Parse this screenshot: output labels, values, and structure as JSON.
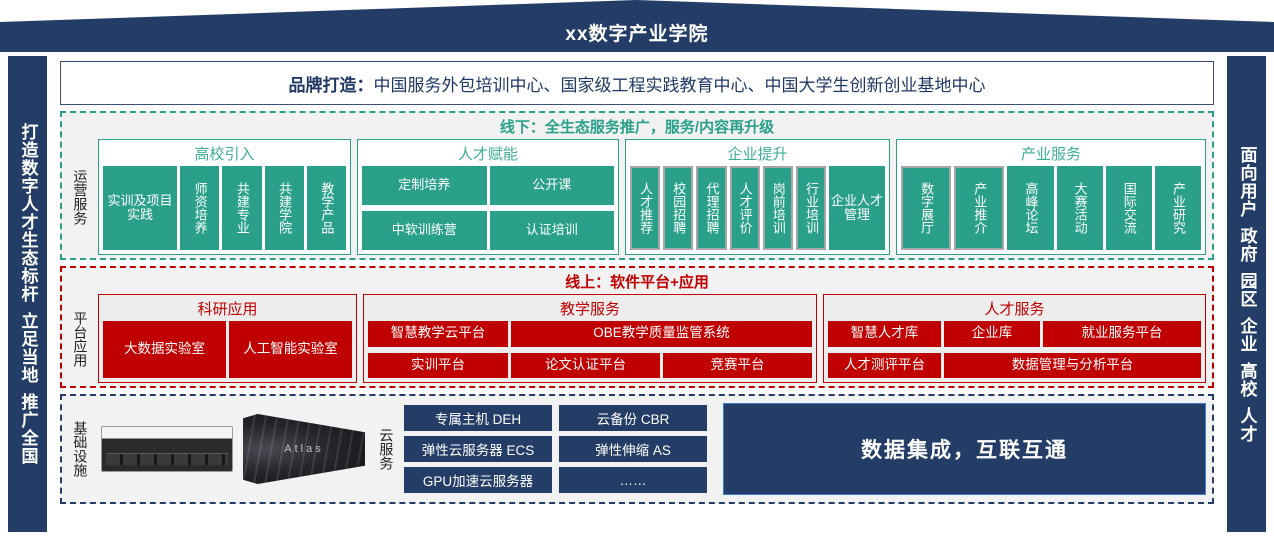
{
  "header": {
    "title": "xx数字产业学院"
  },
  "left_pillar": {
    "lines": [
      "打造数字人才生态标杆",
      "立足当地",
      "推广全国"
    ]
  },
  "right_pillar": {
    "lines": [
      "面向用户",
      "政府",
      "园区",
      "企业",
      "高校",
      "人才"
    ]
  },
  "brand": {
    "label": "品牌打造：",
    "text": "中国服务外包培训中心、国家级工程实践教育中心、中国大学生创新创业基地中心"
  },
  "offline": {
    "title": "线下：全生态服务推广，服务/内容再升级",
    "row_label": "运营服务",
    "accent": "#2AA08A",
    "groups": [
      {
        "title": "高校引入",
        "tiles": [
          {
            "label": "实训及项目实践",
            "wide": true
          },
          {
            "label": "师资培养",
            "vertical": true
          },
          {
            "label": "共建专业",
            "vertical": true
          },
          {
            "label": "共建学院",
            "vertical": true
          },
          {
            "label": "教学产品",
            "vertical": true
          }
        ]
      },
      {
        "title": "人才赋能",
        "rows": [
          [
            "定制培养",
            "公开课"
          ],
          [
            "中软训练营",
            "认证培训"
          ]
        ]
      },
      {
        "title": "企业提升",
        "tiles": [
          {
            "label": "人才推荐",
            "vertical": true,
            "outlined": true
          },
          {
            "label": "校园招聘",
            "vertical": true,
            "outlined": true
          },
          {
            "label": "代理招聘",
            "vertical": true,
            "outlined": true
          },
          {
            "label": "人才评价",
            "vertical": true,
            "outlined": true
          },
          {
            "label": "岗前培训",
            "vertical": true,
            "outlined": true
          },
          {
            "label": "行业培训",
            "vertical": true,
            "outlined": true
          },
          {
            "label": "企业人才管理",
            "wide": true
          }
        ]
      },
      {
        "title": "产业服务",
        "tiles": [
          {
            "label": "数字展厅",
            "vertical": true,
            "outlined": true
          },
          {
            "label": "产业推介",
            "vertical": true,
            "outlined": true
          },
          {
            "label": "高峰论坛",
            "vertical": true
          },
          {
            "label": "大赛活动",
            "vertical": true
          },
          {
            "label": "国际交流",
            "vertical": true
          },
          {
            "label": "产业研究",
            "vertical": true
          }
        ]
      }
    ]
  },
  "online": {
    "title": "线上：软件平台+应用",
    "row_label": "平台应用",
    "accent": "#C00000",
    "groups": [
      {
        "title": "科研应用",
        "rows": [
          [
            "大数据实验室",
            "人工智能实验室"
          ]
        ]
      },
      {
        "title": "教学服务",
        "rows": [
          [
            "智慧教学云平台",
            "OBE教学质量监管系统"
          ],
          [
            "实训平台",
            "论文认证平台",
            "竞赛平台"
          ]
        ]
      },
      {
        "title": "人才服务",
        "rows": [
          [
            "智慧人才库",
            "企业库",
            "就业服务平台"
          ],
          [
            "人才测评平台",
            "数据管理与分析平台"
          ]
        ]
      }
    ]
  },
  "infrastructure": {
    "row_label": "基础设施",
    "cloud_label": "云服务",
    "server_caption": "Atlas",
    "cloud_services": [
      [
        "专属主机 DEH",
        "弹性云服务器 ECS",
        "GPU加速云服务器"
      ],
      [
        "云备份 CBR",
        "弹性伸缩 AS",
        "……"
      ]
    ],
    "integration": "数据集成，互联互通"
  }
}
